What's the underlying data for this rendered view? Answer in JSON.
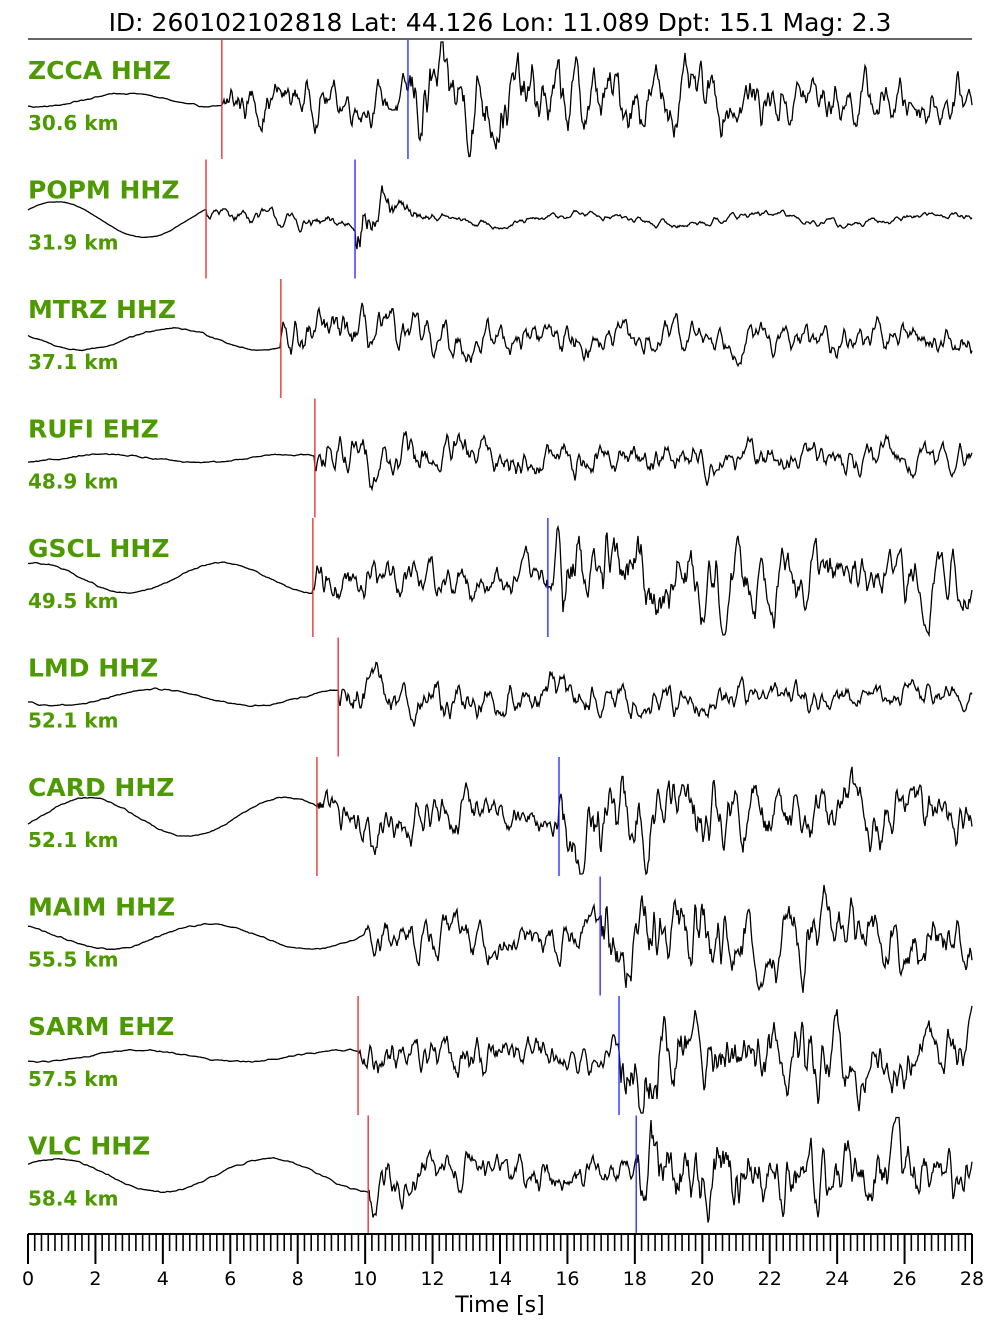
{
  "chart_data": {
    "type": "line",
    "title": "ID: 260102102818 Lat:  44.126 Lon:  11.089 Dpt:    15.1 Mag:   2.3",
    "xlabel": "Time [s]",
    "xlim": [
      0,
      28
    ],
    "xticks": [
      "0",
      "2",
      "4",
      "6",
      "8",
      "10",
      "12",
      "14",
      "16",
      "18",
      "20",
      "22",
      "24",
      "26",
      "28"
    ],
    "minor_tick_step": 0.2,
    "pick_colors": {
      "P": "#e8262a",
      "S": "#2020ff"
    },
    "label_color": "#4c9a00",
    "traces": [
      {
        "station": "ZCCA HHZ",
        "distance": "30.6 km",
        "p_pick": 5.75,
        "s_pick": 11.27
      },
      {
        "station": "POPM HHZ",
        "distance": "31.9 km",
        "p_pick": 5.28,
        "s_pick": 9.7
      },
      {
        "station": "MTRZ HHZ",
        "distance": "37.1 km",
        "p_pick": 7.5,
        "s_pick": null
      },
      {
        "station": "RUFI EHZ",
        "distance": "48.9 km",
        "p_pick": 8.51,
        "s_pick": null
      },
      {
        "station": "GSCL HHZ",
        "distance": "49.5 km",
        "p_pick": 8.45,
        "s_pick": 15.42
      },
      {
        "station": "LMD HHZ",
        "distance": "52.1 km",
        "p_pick": 9.2,
        "s_pick": null
      },
      {
        "station": "CARD HHZ",
        "distance": "52.1 km",
        "p_pick": 8.57,
        "s_pick": 15.75
      },
      {
        "station": "MAIM HHZ",
        "distance": "55.5 km",
        "p_pick": null,
        "s_pick": 16.97
      },
      {
        "station": "SARM EHZ",
        "distance": "57.5 km",
        "p_pick": 9.79,
        "s_pick": 17.53
      },
      {
        "station": "VLC HHZ",
        "distance": "58.4 km",
        "p_pick": 10.09,
        "s_pick": 18.04
      }
    ]
  }
}
